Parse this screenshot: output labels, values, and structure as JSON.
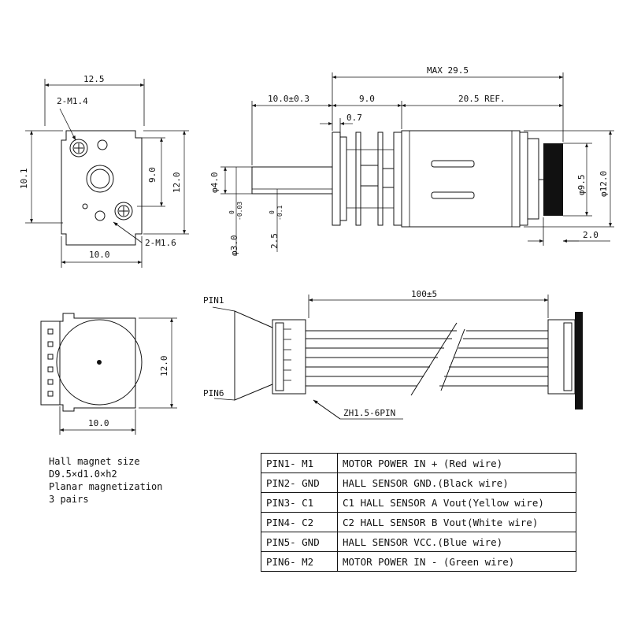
{
  "front_view": {
    "width_top": "12.5",
    "height_left": "10.1",
    "height_inner": "9.0",
    "height_right": "12.0",
    "width_bottom": "10.0",
    "screw_top": "2-M1.4",
    "screw_bottom": "2-M1.6"
  },
  "side_view": {
    "max_length": "MAX 29.5",
    "shaft_length": "10.0±0.3",
    "gearbox_length": "9.0",
    "motor_length": "20.5 REF.",
    "gap": "0.7",
    "shaft_diameter": "φ4.0",
    "d_flat": "φ3.0",
    "d_flat_tol_upper": "0",
    "d_flat_tol_lower": "-0.03",
    "flat_height": "2.5",
    "flat_tol_upper": "0",
    "flat_tol_lower": "-0.1",
    "magnet_diameter": "φ9.5",
    "motor_diameter": "φ12.0",
    "magnet_offset": "2.0"
  },
  "rear_view": {
    "height": "12.0",
    "width": "10.0"
  },
  "cable": {
    "pin1_label": "PIN1",
    "pin6_label": "PIN6",
    "length": "100±5",
    "connector": "ZH1.5-6PIN"
  },
  "magnet_note": [
    "Hall magnet size",
    "D9.5×d1.0×h2",
    "Planar magnetization",
    "3 pairs"
  ],
  "pin_table": [
    {
      "pin": "PIN1- M1",
      "description": "MOTOR POWER IN + (Red wire)"
    },
    {
      "pin": "PIN2- GND",
      "description": "HALL SENSOR GND.(Black wire)"
    },
    {
      "pin": "PIN3- C1",
      "description": "C1 HALL SENSOR A Vout(Yellow wire)"
    },
    {
      "pin": "PIN4- C2",
      "description": "C2 HALL SENSOR B Vout(White wire)"
    },
    {
      "pin": "PIN5- GND",
      "description": "HALL SENSOR VCC.(Blue wire)"
    },
    {
      "pin": "PIN6- M2",
      "description": "MOTOR POWER IN - (Green wire)"
    }
  ]
}
